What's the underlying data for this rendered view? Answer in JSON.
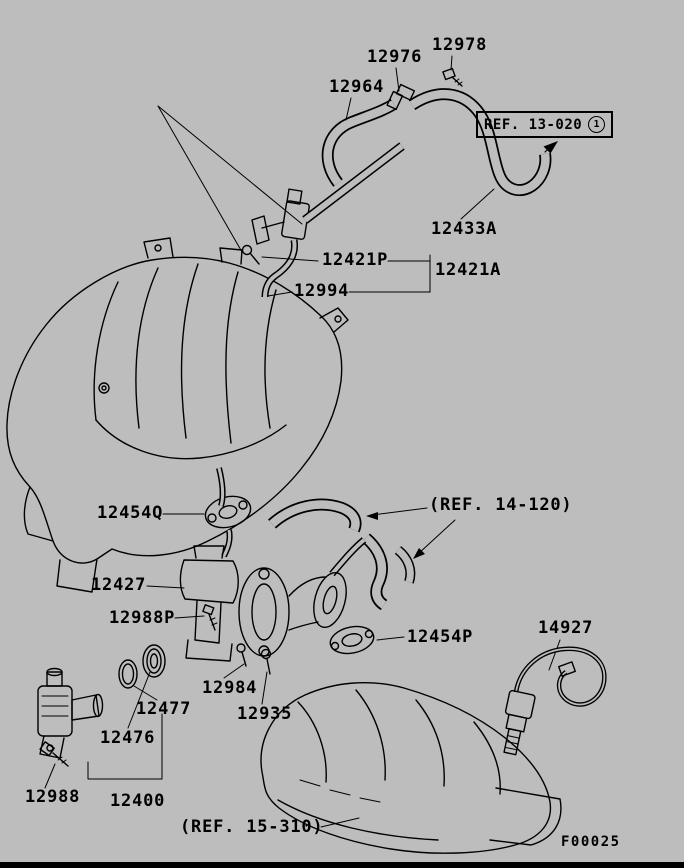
{
  "diagram": {
    "figure_code": "F00025",
    "parts": [
      {
        "number": "12978"
      },
      {
        "number": "12976"
      },
      {
        "number": "12964"
      },
      {
        "number": "12433A"
      },
      {
        "number": "12421P"
      },
      {
        "number": "12421A"
      },
      {
        "number": "12994"
      },
      {
        "number": "12454Q"
      },
      {
        "number": "12427"
      },
      {
        "number": "12988P"
      },
      {
        "number": "12454P"
      },
      {
        "number": "14927"
      },
      {
        "number": "12984"
      },
      {
        "number": "12477"
      },
      {
        "number": "12935"
      },
      {
        "number": "12476"
      },
      {
        "number": "12988"
      },
      {
        "number": "12400"
      }
    ],
    "references": [
      {
        "text": "REF. 13-020",
        "badge": "1"
      },
      {
        "text": "(REF. 14-120)"
      },
      {
        "text": "(REF. 15-310)"
      }
    ]
  },
  "colors": {
    "background": "#bdbdbd",
    "line": "#000000"
  }
}
